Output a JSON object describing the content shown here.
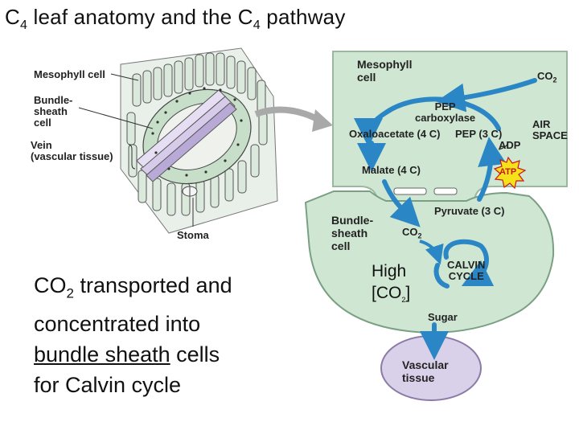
{
  "title": {
    "prefix": "C",
    "sub1": "4",
    "middle": " leaf anatomy and the C",
    "sub2": "4",
    "suffix": " pathway"
  },
  "leaf_labels": {
    "mesophyll": "Mesophyll cell",
    "bundle_sheath": [
      "Bundle-",
      "sheath",
      "cell"
    ],
    "vein": [
      "Vein",
      "(vascular tissue)"
    ],
    "stoma": "Stoma"
  },
  "pathway": {
    "mesophyll_cell": [
      "Mesophyll",
      "cell"
    ],
    "co2_in": {
      "text": "CO",
      "sub": "2"
    },
    "pep_carboxylase": [
      "PEP",
      "carboxylase"
    ],
    "air_space": [
      "AIR",
      "SPACE"
    ],
    "oxaloacetate": "Oxaloacetate (4 C)",
    "pep": "PEP (3 C)",
    "adp": "ADP",
    "malate": "Malate (4 C)",
    "atp": "ATP",
    "pyruvate": "Pyruvate (3 C)",
    "bundle_sheath_cell": [
      "Bundle-",
      "sheath",
      "cell"
    ],
    "co2_released": {
      "text": "CO",
      "sub": "2"
    },
    "high_co2": {
      "line1": "High",
      "line2_prefix": "[CO",
      "line2_sub": "2",
      "line2_suffix": "]"
    },
    "calvin_cycle": [
      "CALVIN",
      "CYCLE"
    ],
    "sugar": "Sugar",
    "vascular_tissue": [
      "Vascular",
      "tissue"
    ]
  },
  "caption": {
    "line1_prefix": "CO",
    "line1_sub": "2",
    "line1_suffix": " transported and",
    "line2": "concentrated into",
    "line3_underlined": "bundle sheath",
    "line3_suffix": " cells",
    "line4": "for Calvin cycle"
  },
  "colors": {
    "mesophyll_fill": "#cfe6d2",
    "arrow_blue": "#2a86c5",
    "vascular_fill": "#d9d0ea",
    "atp_yellow": "#f5e21a",
    "atp_red": "#c8171d"
  }
}
